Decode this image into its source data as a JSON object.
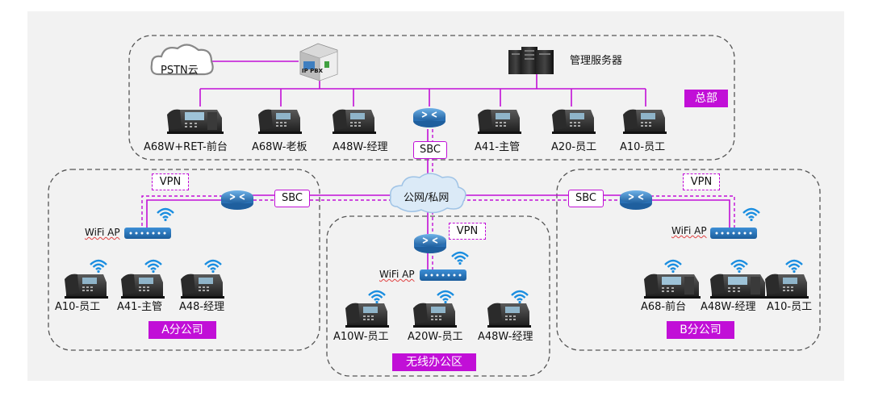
{
  "hq": {
    "region_label": "总部",
    "pstn": "PSTN云",
    "pbx_label": "IP PBX",
    "server_label": "管理服务器",
    "phones": [
      "A68W+RET-前台",
      "A68W-老板",
      "A48W-经理",
      "A41-主管",
      "A20-员工",
      "A10-员工"
    ],
    "sbc": "SBC"
  },
  "cloud": {
    "label": "公网/私网"
  },
  "branch_a": {
    "region_label": "A分公司",
    "vpn": "VPN",
    "sbc": "SBC",
    "wifi_ap": "WiFi AP",
    "phones": [
      "A10-员工",
      "A41-主管",
      "A48-经理"
    ]
  },
  "branch_b": {
    "region_label": "B分公司",
    "vpn": "VPN",
    "sbc": "SBC",
    "wifi_ap": "WiFi AP",
    "phones": [
      "A68-前台",
      "A48W-经理",
      "A10-员工"
    ]
  },
  "wireless": {
    "region_label": "无线办公区",
    "vpn": "VPN",
    "wifi_ap": "WiFi AP",
    "phones": [
      "A10W-员工",
      "A20W-员工",
      "A48W-经理"
    ]
  },
  "colors": {
    "accent": "#c10fd7",
    "border": "#555555",
    "background": "#f2f2f2"
  }
}
